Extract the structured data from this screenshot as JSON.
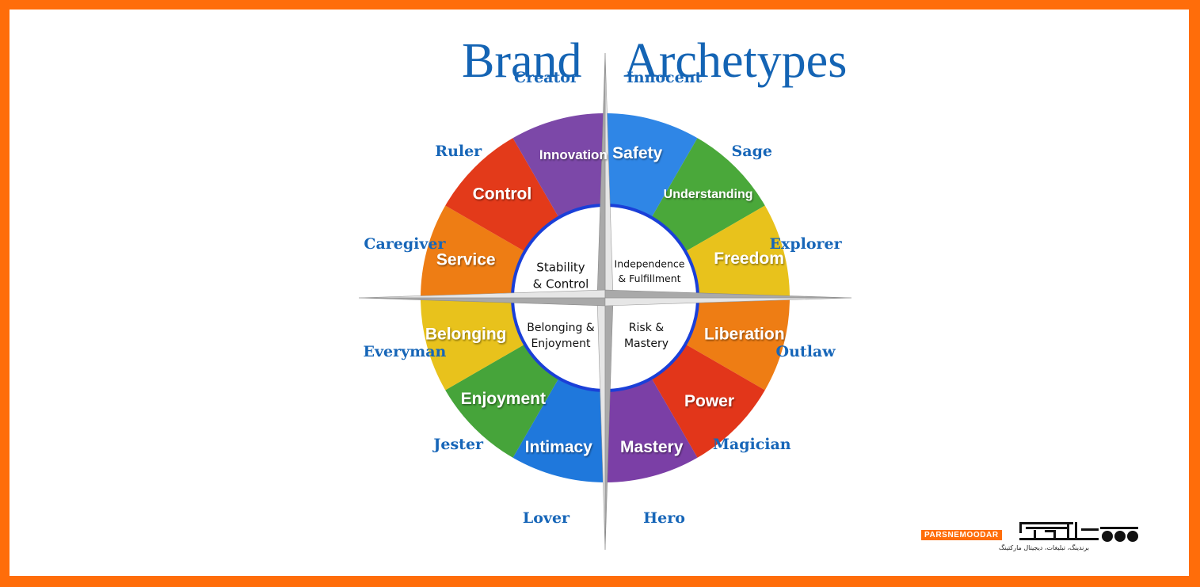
{
  "title": {
    "word1": "Brand",
    "word2": "Archetypes"
  },
  "segments": [
    {
      "archetype": "Innocent",
      "value": "Safety",
      "color": "#2f86e6"
    },
    {
      "archetype": "Sage",
      "value": "Understanding",
      "color": "#4aa83a"
    },
    {
      "archetype": "Explorer",
      "value": "Freedom",
      "color": "#e8c21c"
    },
    {
      "archetype": "Outlaw",
      "value": "Liberation",
      "color": "#ee7d14"
    },
    {
      "archetype": "Magician",
      "value": "Power",
      "color": "#e2361a"
    },
    {
      "archetype": "Hero",
      "value": "Mastery",
      "color": "#7b3fa6"
    },
    {
      "archetype": "Lover",
      "value": "Intimacy",
      "color": "#1f78dc"
    },
    {
      "archetype": "Jester",
      "value": "Enjoyment",
      "color": "#46a43a"
    },
    {
      "archetype": "Everyman",
      "value": "Belonging",
      "color": "#e8c21c"
    },
    {
      "archetype": "Caregiver",
      "value": "Service",
      "color": "#ee7d14"
    },
    {
      "archetype": "Ruler",
      "value": "Control",
      "color": "#e33a1a"
    },
    {
      "archetype": "Creator",
      "value": "Innovation",
      "color": "#7c48a8"
    }
  ],
  "quadrants": {
    "top_left": {
      "line1": "Stability",
      "line2": "& Control"
    },
    "top_right": {
      "line1": "Independence",
      "line2": "& Fulfillment"
    },
    "bottom_left": {
      "line1": "Belonging &",
      "line2": "Enjoyment"
    },
    "bottom_right": {
      "line1": "Risk &",
      "line2": "Mastery"
    }
  },
  "logo": {
    "name": "PARSNEMOODAR",
    "tagline": "برندینگ، تبلیغات، دیجیتال مارکتینگ",
    "brand_color": "#ff6d0a"
  },
  "colors": {
    "frame": "#ff6d0a",
    "label_blue": "#1766b8",
    "title_blue": "#1464b4",
    "ring_blue": "#1a3fd8"
  }
}
